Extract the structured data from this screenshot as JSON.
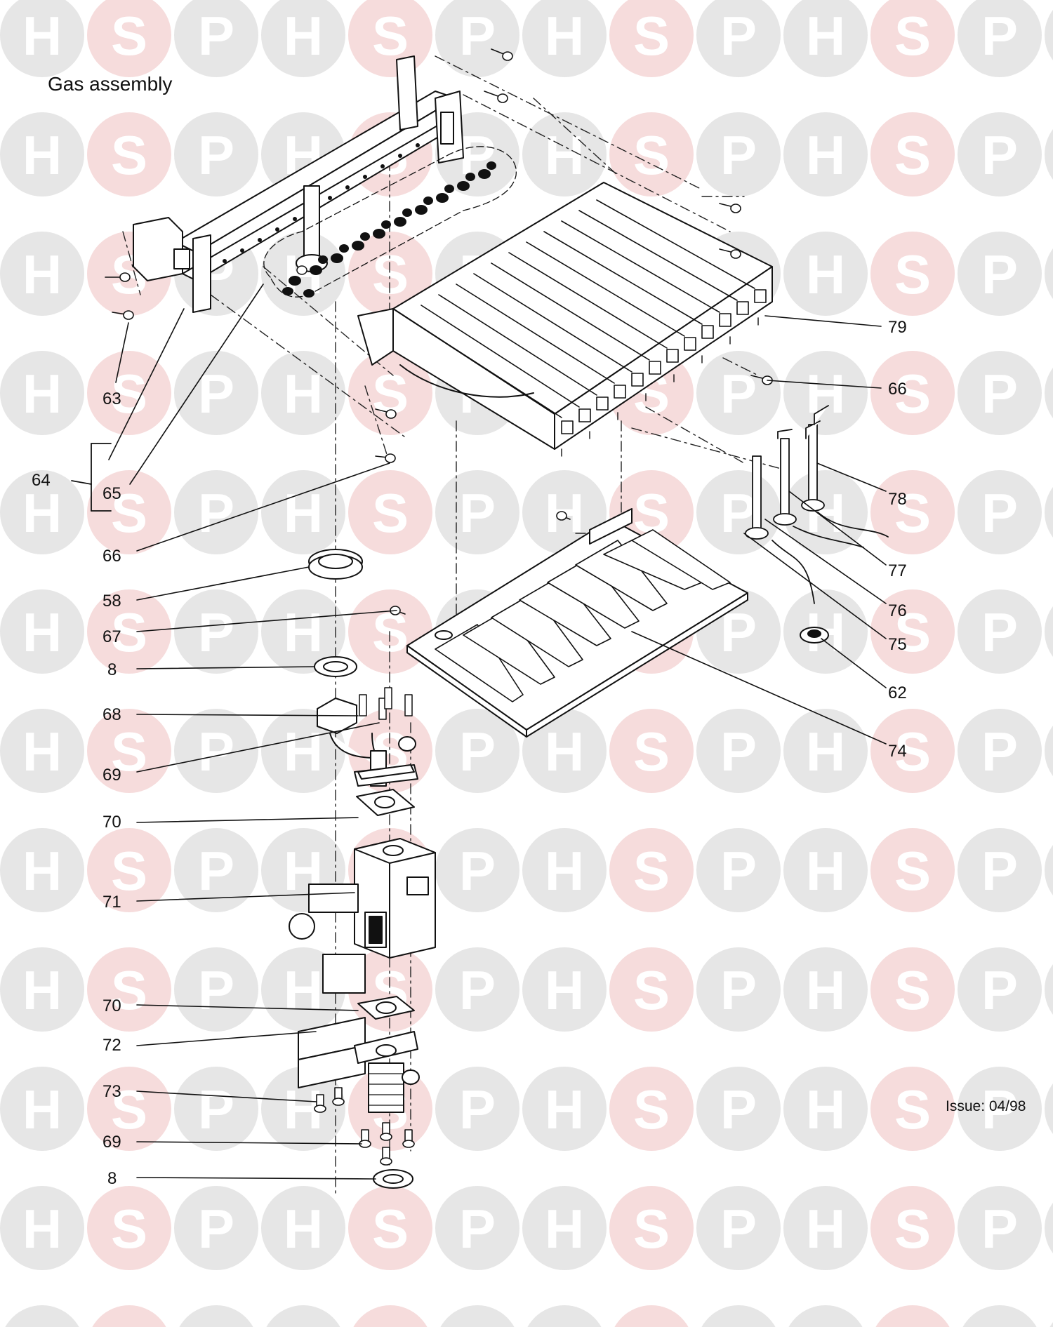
{
  "title": "Gas assembly",
  "issue": "Issue: 04/98",
  "watermark": {
    "letters": [
      "H",
      "S",
      "P"
    ],
    "colors": {
      "circle": "#e6e6e6",
      "circle_accent": "#f6dcdc",
      "letter": "#ffffff"
    }
  },
  "callouts": [
    {
      "id": "c63",
      "label": "63"
    },
    {
      "id": "c64",
      "label": "64"
    },
    {
      "id": "c65",
      "label": "65"
    },
    {
      "id": "c66a",
      "label": "66"
    },
    {
      "id": "c58",
      "label": "58"
    },
    {
      "id": "c67",
      "label": "67"
    },
    {
      "id": "c8a",
      "label": "8"
    },
    {
      "id": "c68",
      "label": "68"
    },
    {
      "id": "c69a",
      "label": "69"
    },
    {
      "id": "c70a",
      "label": "70"
    },
    {
      "id": "c71",
      "label": "71"
    },
    {
      "id": "c70b",
      "label": "70"
    },
    {
      "id": "c72",
      "label": "72"
    },
    {
      "id": "c73",
      "label": "73"
    },
    {
      "id": "c69b",
      "label": "69"
    },
    {
      "id": "c8b",
      "label": "8"
    },
    {
      "id": "c79",
      "label": "79"
    },
    {
      "id": "c66b",
      "label": "66"
    },
    {
      "id": "c78",
      "label": "78"
    },
    {
      "id": "c77",
      "label": "77"
    },
    {
      "id": "c76",
      "label": "76"
    },
    {
      "id": "c75",
      "label": "75"
    },
    {
      "id": "c62",
      "label": "62"
    },
    {
      "id": "c74",
      "label": "74"
    }
  ]
}
